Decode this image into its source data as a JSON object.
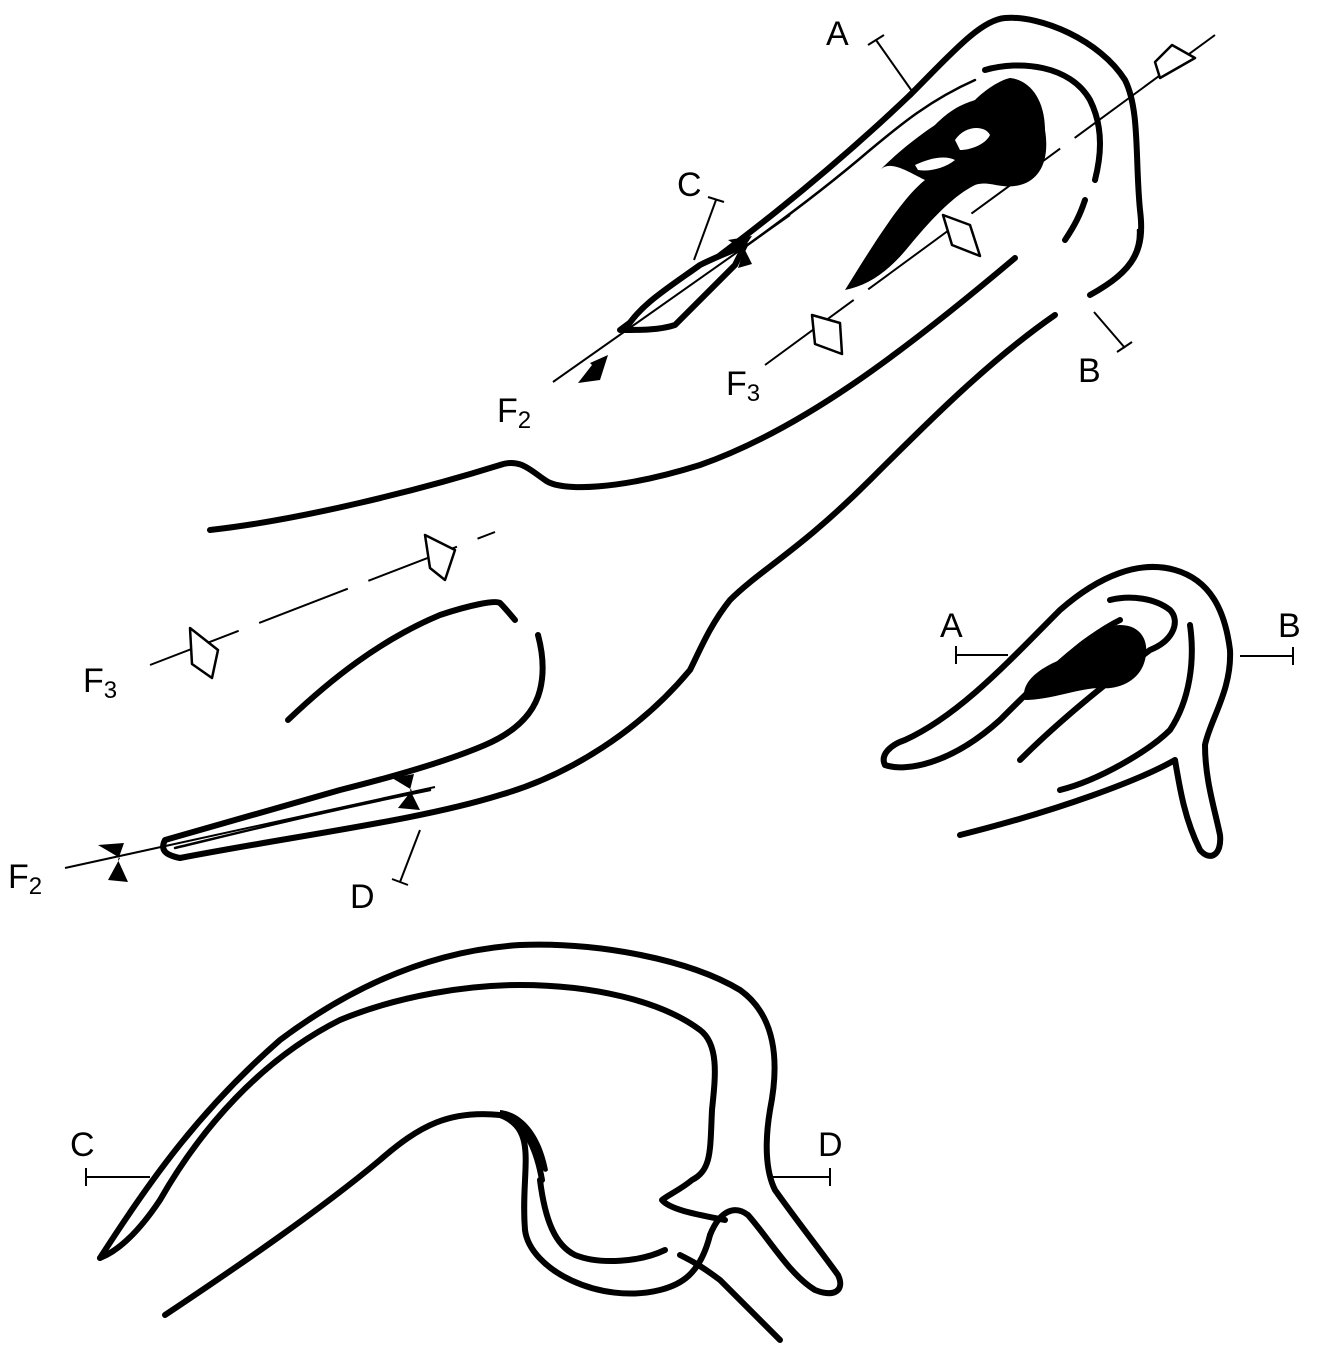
{
  "labels": {
    "section_a_top": "A",
    "section_b_top": "B",
    "section_c_top": "C",
    "section_d_top": "D",
    "fold_f2_upper": "F",
    "fold_f2_upper_sub": "2",
    "fold_f3_upper": "F",
    "fold_f3_upper_sub": "3",
    "fold_f3_left": "F",
    "fold_f3_left_sub": "3",
    "fold_f2_lower": "F",
    "fold_f2_lower_sub": "2",
    "profile_ab_a": "A",
    "profile_ab_b": "B",
    "profile_cd_c": "C",
    "profile_cd_d": "D"
  },
  "colors": {
    "ink": "#000000",
    "paper": "#ffffff"
  }
}
